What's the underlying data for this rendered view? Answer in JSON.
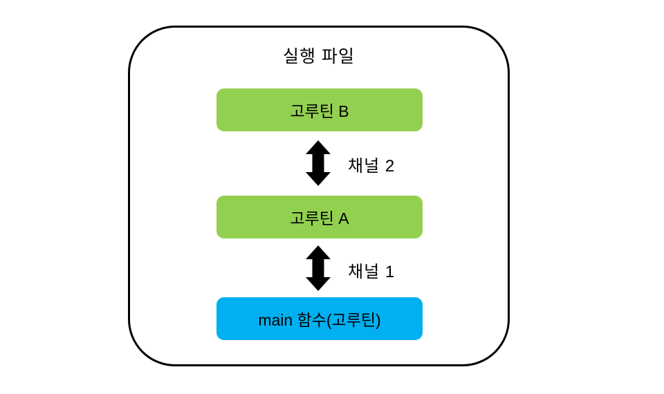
{
  "diagram": {
    "title": "실행 파일",
    "nodes": [
      {
        "id": "goroutine-b",
        "label": "고루틴 B",
        "color": "#92D050"
      },
      {
        "id": "goroutine-a",
        "label": "고루틴 A",
        "color": "#92D050"
      },
      {
        "id": "main-goroutine",
        "label": "main 함수(고루틴)",
        "color": "#00B0F0"
      }
    ],
    "channels": [
      {
        "id": "channel-2",
        "label": "채널 2"
      },
      {
        "id": "channel-1",
        "label": "채널 1"
      }
    ],
    "colors": {
      "green": "#92D050",
      "blue": "#00B0F0",
      "border": "#000000",
      "arrow": "#000000",
      "background": "#FFFFFF"
    }
  }
}
